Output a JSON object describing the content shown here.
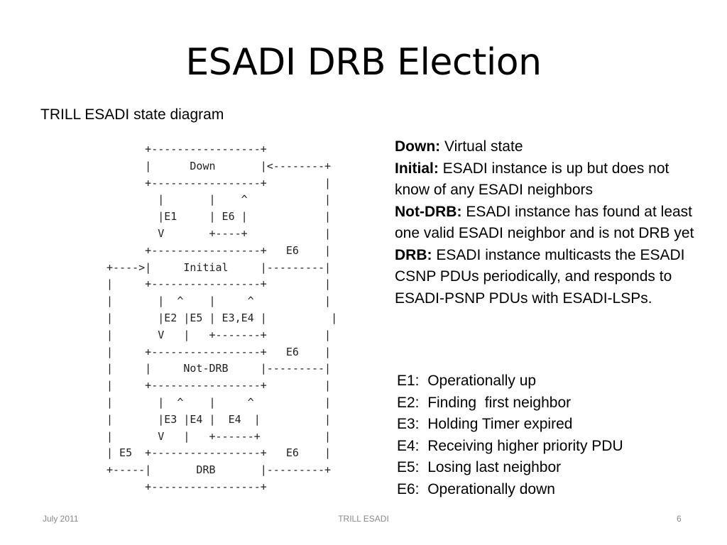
{
  "title": "ESADI DRB Election",
  "subtitle": "TRILL ESADI state diagram",
  "diagram_ascii": "      +-----------------+\n      |      Down       |<--------+\n      +-----------------+         |\n        |       |    ^            |\n        |E1     | E6 |            |\n        V       +----+            |\n      +-----------------+   E6    |\n+---->|     Initial     |---------|\n|     +-----------------+         |\n|       |  ^    |     ^           |\n|       |E2 |E5 | E3,E4 |          |\n|       V   |   +-------+         |\n|     +-----------------+   E6    |\n|     |     Not-DRB     |---------|\n|     +-----------------+         |\n|       |  ^    |     ^           |\n|       |E3 |E4 |  E4  |          |\n|       V   |   +------+          |\n| E5  +-----------------+   E6    |\n+-----|       DRB       |---------+\n      +-----------------+",
  "definitions": [
    {
      "term": "Down:",
      "text": "  Virtual state"
    },
    {
      "term": "Initial:",
      "text": " ESADI instance is up but does not know of any ESADI neighbors"
    },
    {
      "term": "Not-DRB:",
      "text": " ESADI instance has found at least one valid ESADI neighbor and is not DRB yet"
    },
    {
      "term": "DRB:",
      "text": " ESADI instance multicasts the ESADI CSNP PDUs periodically, and responds to ESADI-PSNP PDUs with ESADI-LSPs."
    }
  ],
  "events": [
    "E1:  Operationally up",
    "E2:  Finding  first neighbor",
    "E3:  Holding Timer expired",
    "E4:  Receiving higher priority PDU",
    "E5:  Losing last neighbor",
    "E6:  Operationally down"
  ],
  "footer": {
    "date": "July 2011",
    "center": "TRILL ESADI",
    "page": "6"
  }
}
